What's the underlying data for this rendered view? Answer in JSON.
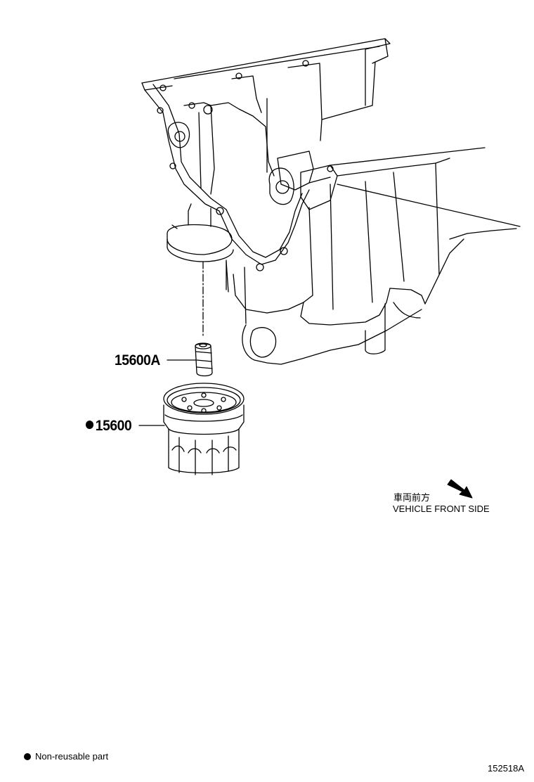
{
  "callouts": {
    "part_15600A": "15600A",
    "part_15600": "15600"
  },
  "direction": {
    "japanese": "車両前方",
    "english": "VEHICLE FRONT SIDE"
  },
  "legend": {
    "non_reusable": "Non-reusable part"
  },
  "illustration_id": "152518A",
  "colors": {
    "line": "#000000",
    "background": "#ffffff"
  }
}
